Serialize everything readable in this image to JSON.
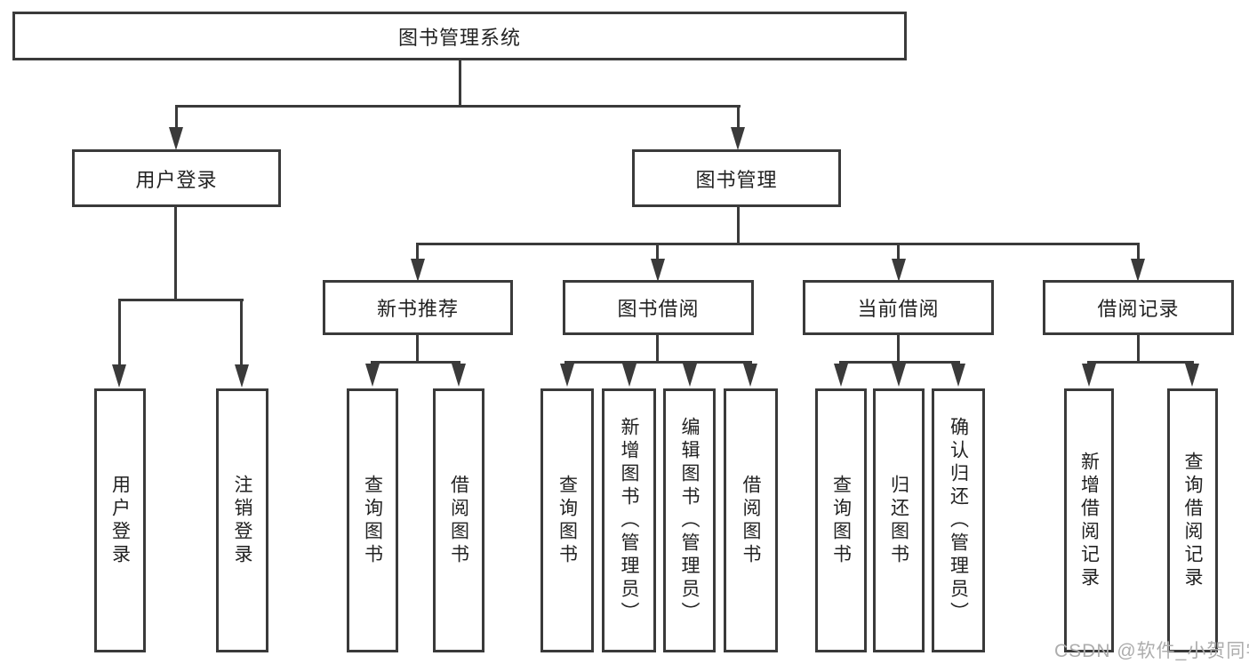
{
  "nodes": {
    "root": {
      "label": "图书管理系统"
    },
    "level2": [
      {
        "label": "用户登录"
      },
      {
        "label": "图书管理"
      }
    ],
    "level3": [
      {
        "label": "新书推荐",
        "parent": "图书管理"
      },
      {
        "label": "图书借阅",
        "parent": "图书管理"
      },
      {
        "label": "当前借阅",
        "parent": "图书管理"
      },
      {
        "label": "借阅记录",
        "parent": "图书管理"
      }
    ],
    "leaves": [
      {
        "label": "用户登录",
        "parent": "用户登录"
      },
      {
        "label": "注销登录",
        "parent": "用户登录"
      },
      {
        "label": "查询图书",
        "parent": "新书推荐"
      },
      {
        "label": "借阅图书",
        "parent": "新书推荐"
      },
      {
        "label": "查询图书",
        "parent": "图书借阅"
      },
      {
        "label": "新增图书（管理员）",
        "parent": "图书借阅"
      },
      {
        "label": "编辑图书（管理员）",
        "parent": "图书借阅"
      },
      {
        "label": "借阅图书",
        "parent": "图书借阅"
      },
      {
        "label": "查询图书",
        "parent": "当前借阅"
      },
      {
        "label": "归还图书",
        "parent": "当前借阅"
      },
      {
        "label": "确认归还（管理员）",
        "parent": "当前借阅"
      },
      {
        "label": "新增借阅记录",
        "parent": "借阅记录"
      },
      {
        "label": "查询借阅记录",
        "parent": "借阅记录"
      }
    ]
  },
  "watermark": {
    "text": "CSDN @软件_小贺同学"
  },
  "colors": {
    "line": "#3a3a3a",
    "text": "#222222",
    "background": "#ffffff",
    "watermark": "#adadad"
  }
}
